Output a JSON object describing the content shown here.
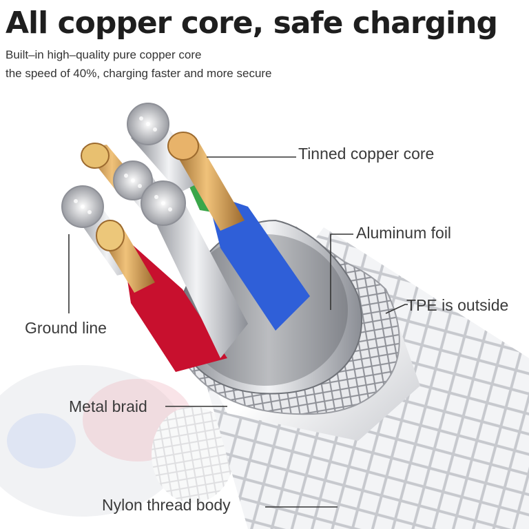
{
  "header": {
    "title": "All copper core, safe charging",
    "subtitle_line1": "Built–in high–quality pure copper core",
    "subtitle_line2": "the speed of 40%, charging faster and more secure"
  },
  "callouts": {
    "tinned_copper_core": "Tinned copper core",
    "aluminum_foil": "Aluminum foil",
    "tpe_outside": "TPE is outside",
    "ground_line": "Ground line",
    "metal_braid": "Metal braid",
    "nylon_body": "Nylon thread body"
  },
  "colors": {
    "title": "#1e1e1e",
    "red_wire": "#c8102e",
    "blue_wire": "#2f5fd8",
    "green_wire": "#3aa64a",
    "copper": "#d9a25c",
    "silver": "#d6d8dc"
  }
}
